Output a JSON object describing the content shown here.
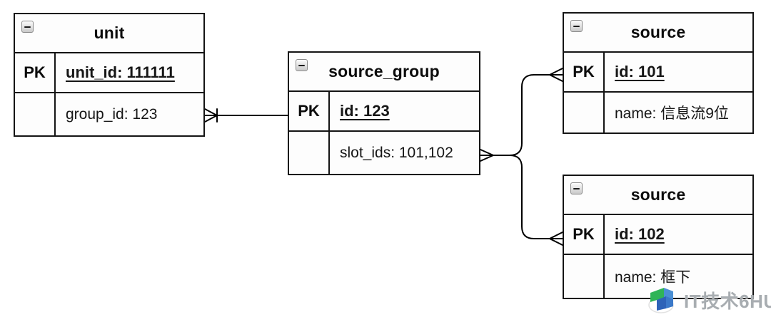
{
  "diagram": {
    "type": "entity-relationship",
    "tables": [
      {
        "title": "unit",
        "collapse_icon": "minus",
        "rows": [
          {
            "key": "PK",
            "value": "unit_id: 111111",
            "primary_key": true,
            "underlined": true
          },
          {
            "key": "",
            "value": "group_id: 123",
            "primary_key": false
          }
        ]
      },
      {
        "title": "source_group",
        "collapse_icon": "minus",
        "rows": [
          {
            "key": "PK",
            "value": "id: 123",
            "primary_key": true,
            "underlined": true
          },
          {
            "key": "",
            "value": "slot_ids: 101,102",
            "primary_key": false
          }
        ]
      },
      {
        "title": "source",
        "collapse_icon": "minus",
        "rows": [
          {
            "key": "PK",
            "value": "id: 101",
            "primary_key": true,
            "underlined": true
          },
          {
            "key": "",
            "value": "name: 信息流9位",
            "primary_key": false
          }
        ]
      },
      {
        "title": "source",
        "collapse_icon": "minus",
        "rows": [
          {
            "key": "PK",
            "value": "id: 102",
            "primary_key": true,
            "underlined": true
          },
          {
            "key": "",
            "value": "name: 框下",
            "primary_key": false
          }
        ]
      }
    ],
    "relationships": [
      {
        "from": "unit.group_id",
        "to": "source_group.id",
        "from_end": "crow-foot-many-with-tick",
        "to_end": "plain"
      },
      {
        "from": "source_group.slot_ids",
        "to": "source.id 101",
        "from_end": "crow-foot-many",
        "to_end": "crow-foot-many"
      },
      {
        "from": "source_group.slot_ids",
        "to": "source.id 102",
        "from_end": "crow-foot-many",
        "to_end": "crow-foot-many"
      }
    ],
    "watermark": {
      "text": "IT技术6HU"
    },
    "colors": {
      "line": "#000000",
      "table_border": "#141414",
      "table_background": "#fdfdfd",
      "watermark_text": "#a8adb1",
      "logo_green": "#2fb457",
      "logo_blue": "#4a8fd4",
      "logo_blue_dark": "#2d63b8"
    }
  }
}
